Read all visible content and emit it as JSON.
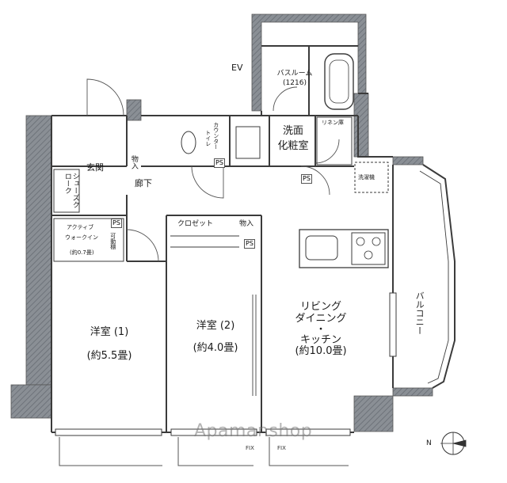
{
  "labels": {
    "ev": "EV",
    "bathroom": "バスルーム",
    "bathroom_size": "(1216)",
    "washroom_1": "洗面",
    "washroom_2": "化粧室",
    "linen": "リネン庫",
    "counter": "カウンター",
    "toilet": "トイレ",
    "washer_pan": "洗濯機",
    "entrance": "玄関",
    "shoes_cloak": "シューズクローク",
    "storage": "物入",
    "corridor": "廊下",
    "wic_1": "アクティブ",
    "wic_2": "ウォークイン",
    "wic_size": "(約0.7畳)",
    "movable_shelf": "可動棚",
    "closet": "クロゼット",
    "bedroom1": "洋室 (1)",
    "bedroom1_size": "(約5.5畳)",
    "bedroom2": "洋室 (2)",
    "bedroom2_size": "(約4.0畳)",
    "ldk_1": "リビング",
    "ldk_2": "ダイニング",
    "ldk_3": "・",
    "ldk_4": "キッチン",
    "ldk_size": "(約10.0畳)",
    "balcony": "バルコニー",
    "ps": "PS",
    "fix": "FIX",
    "north": "N"
  },
  "watermark": "Apamanshop",
  "colors": {
    "wall": "#8a8f95",
    "line": "#3b3b3b",
    "background": "#ffffff"
  }
}
